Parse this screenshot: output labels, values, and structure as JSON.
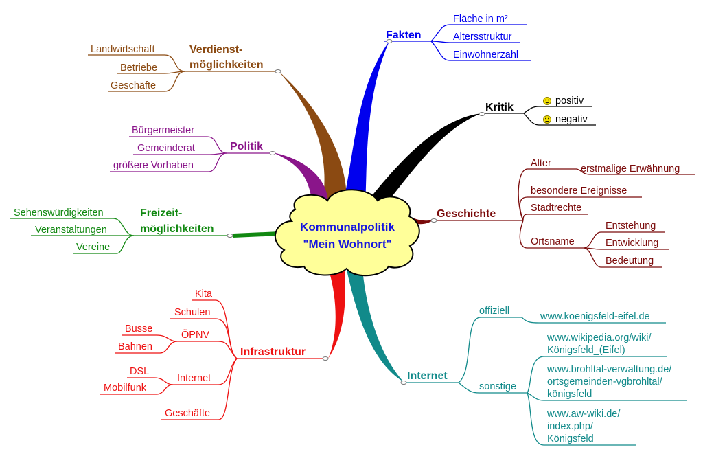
{
  "center": {
    "line1": "Kommunalpolitik",
    "line2": "\"Mein Wohnort\""
  },
  "colors": {
    "fakten": "#0000ee",
    "kritik": "#000000",
    "geschichte": "#7a0a0a",
    "internet": "#118a8a",
    "infrastruktur": "#ee1111",
    "freizeit": "#118811",
    "politik": "#8a158a",
    "verdienst": "#8b4a12",
    "cloud_fill": "#ffff99"
  },
  "icons": {
    "positiv": "smiley-happy-icon",
    "negativ": "smiley-neutral-icon"
  },
  "branches": {
    "fakten": {
      "label": "Fakten",
      "items": [
        "Fläche in m²",
        "Altersstruktur",
        "Einwohnerzahl"
      ]
    },
    "kritik": {
      "label": "Kritik",
      "items": [
        "positiv",
        "negativ"
      ]
    },
    "geschichte": {
      "label": "Geschichte",
      "alter": "Alter",
      "alter_sub": "erstmalige Erwähnung",
      "ereignisse": "besondere Ereignisse",
      "stadtrechte": "Stadtrechte",
      "ortsname": "Ortsname",
      "ortsname_sub": [
        "Entstehung",
        "Entwicklung",
        "Bedeutung"
      ]
    },
    "internet": {
      "label": "Internet",
      "offiziell": "offiziell",
      "offiziell_url": "www.koenigsfeld-eifel.de",
      "sonstige": "sonstige",
      "url1": [
        "www.wikipedia.org/wiki/",
        "Königsfeld_(Eifel)"
      ],
      "url2": [
        "www.brohltal-verwaltung.de/",
        "ortsgemeinden-vgbrohltal/",
        "königsfeld"
      ],
      "url3": [
        "www.aw-wiki.de/",
        "index.php/",
        "Königsfeld"
      ]
    },
    "infrastruktur": {
      "label": "Infrastruktur",
      "kita": "Kita",
      "schulen": "Schulen",
      "oepnv": "ÖPNV",
      "oepnv_sub": [
        "Busse",
        "Bahnen"
      ],
      "internet": "Internet",
      "internet_sub": [
        "DSL",
        "Mobilfunk"
      ],
      "geschaefte": "Geschäfte"
    },
    "freizeit": {
      "label1": "Freizeit-",
      "label2": "möglichkeiten",
      "items": [
        "Sehenswürdigkeiten",
        "Veranstaltungen",
        "Vereine"
      ]
    },
    "politik": {
      "label": "Politik",
      "items": [
        "Bürgermeister",
        "Gemeinderat",
        "größere Vorhaben"
      ]
    },
    "verdienst": {
      "label1": "Verdienst-",
      "label2": "möglichkeiten",
      "items": [
        "Landwirtschaft",
        "Betriebe",
        "Geschäfte"
      ]
    }
  }
}
